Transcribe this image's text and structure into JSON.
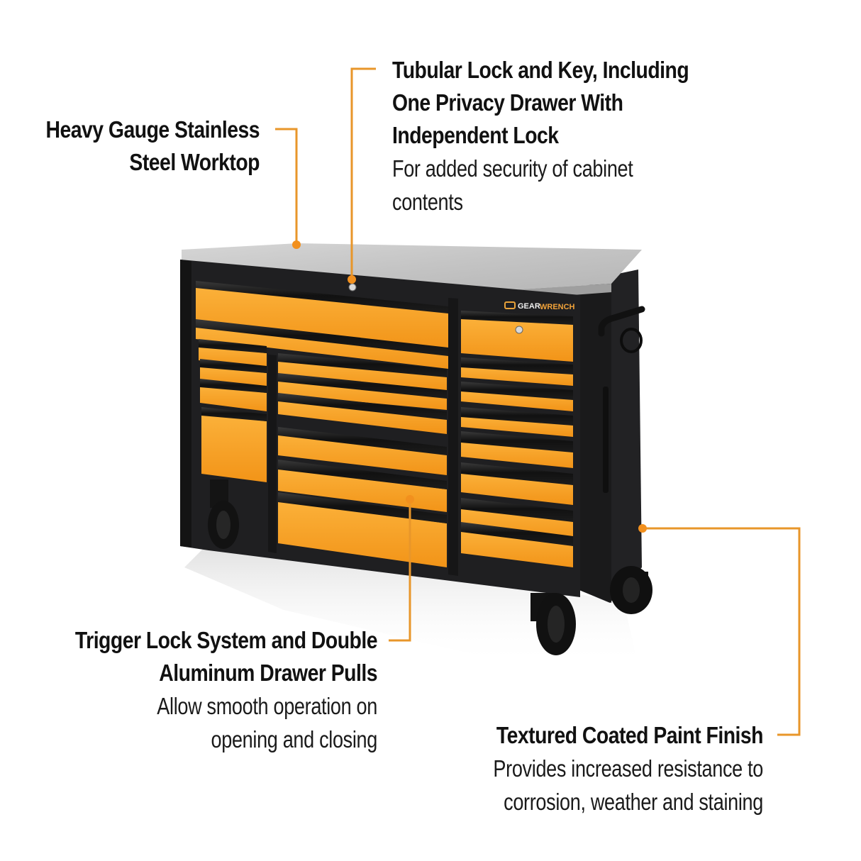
{
  "brand": {
    "logo_text_white": "GEAR",
    "logo_text_orange": "WRENCH",
    "accent_color": "#F29A1F",
    "callout_line_color": "#E8962A"
  },
  "product": {
    "name": "Tool cart with stainless steel worktop",
    "drawer_color": "#F7A21B",
    "body_color": "#1C1C1E"
  },
  "callouts": [
    {
      "id": "worktop",
      "title_lines": [
        "Heavy Gauge Stainless",
        "Steel Worktop"
      ],
      "desc_lines": []
    },
    {
      "id": "lock",
      "title_lines": [
        "Tubular Lock and Key, Including",
        "One Privacy Drawer With",
        "Independent Lock"
      ],
      "desc_lines": [
        "For added security of cabinet",
        "contents"
      ]
    },
    {
      "id": "trigger",
      "title_lines": [
        "Trigger Lock System and Double",
        "Aluminum Drawer Pulls"
      ],
      "desc_lines": [
        "Allow smooth operation on",
        "opening and closing"
      ]
    },
    {
      "id": "paint",
      "title_lines": [
        "Textured Coated Paint Finish"
      ],
      "desc_lines": [
        "Provides increased resistance to",
        "corrosion, weather and staining"
      ]
    }
  ]
}
